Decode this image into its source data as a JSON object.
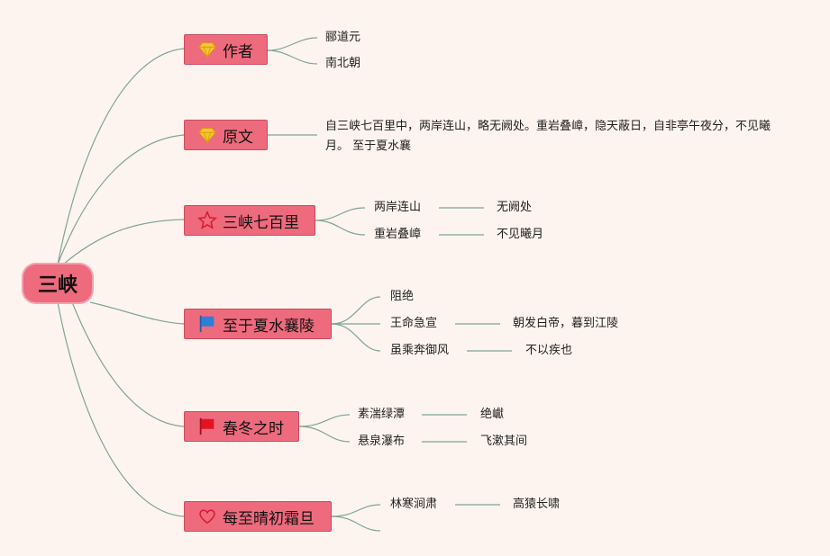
{
  "root": {
    "label": "三峡"
  },
  "topics": [
    {
      "label": "作者",
      "icon": "gem-icon",
      "children": [
        {
          "label": "郦道元"
        },
        {
          "label": "南北朝"
        }
      ]
    },
    {
      "label": "原文",
      "icon": "gem-icon",
      "children": [
        {
          "label": "自三峡七百里中，两岸连山，略无阙处。重岩叠嶂，隐天蔽日，自非亭午夜分，不见曦月。 至于夏水襄"
        }
      ]
    },
    {
      "label": "三峡七百里",
      "icon": "star-icon",
      "children": [
        {
          "label": "两岸连山",
          "note": "无阙处"
        },
        {
          "label": "重岩叠嶂",
          "note": "不见曦月"
        }
      ]
    },
    {
      "label": "至于夏水襄陵",
      "icon": "blue-flag-icon",
      "children": [
        {
          "label": "阻绝"
        },
        {
          "label": "王命急宣",
          "note": "朝发白帝，暮到江陵"
        },
        {
          "label": "虽乘奔御风",
          "note": "不以疾也"
        }
      ]
    },
    {
      "label": "春冬之时",
      "icon": "red-flag-icon",
      "children": [
        {
          "label": "素湍绿潭",
          "note": "绝巘"
        },
        {
          "label": "悬泉瀑布",
          "note": "飞漱其间"
        }
      ]
    },
    {
      "label": "每至晴初霜旦",
      "icon": "heart-icon",
      "children": [
        {
          "label": "林寒涧肃",
          "note": "高猿长啸"
        },
        {
          "label": ""
        }
      ]
    }
  ],
  "colors": {
    "root": "#ee6a7d",
    "topic": "#ee6a7d",
    "line": "#7fa58f",
    "background": "#fdf4ef"
  }
}
